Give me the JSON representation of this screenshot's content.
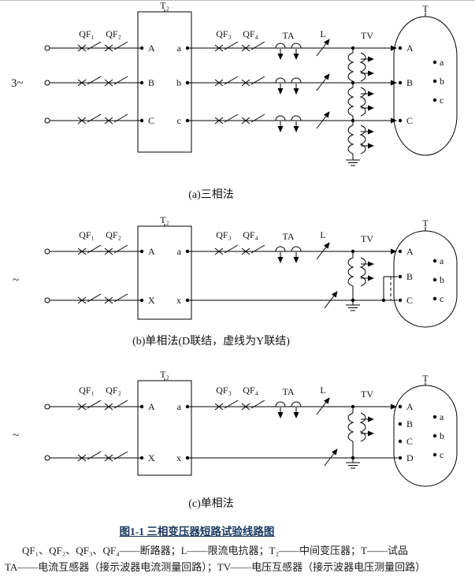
{
  "a": {
    "caption": "(a)三相法",
    "source": "3~",
    "t2_label": "T₂",
    "t_label": "T",
    "qf": [
      "QF₁",
      "QF₂",
      "QF₃",
      "QF₄"
    ],
    "ta_label": "TA",
    "l_label": "L",
    "tv_label": "TV",
    "t2_left": [
      "A",
      "B",
      "C"
    ],
    "t2_right": [
      "a",
      "b",
      "c"
    ],
    "t_left": [
      "A",
      "B",
      "C"
    ],
    "t_right": [
      "a",
      "b",
      "c"
    ]
  },
  "b": {
    "caption": "(b)单相法(D联结，虚线为Y联结)",
    "source": "~",
    "t2_label": "T₂",
    "t_label": "T",
    "qf": [
      "QF₁",
      "QF₂",
      "QF₃",
      "QF₄"
    ],
    "ta_label": "TA",
    "l_label": "L",
    "tv_label": "TV",
    "t2_left": [
      "A",
      "X"
    ],
    "t2_right": [
      "a",
      "x"
    ],
    "t_left": [
      "A",
      "B",
      "C"
    ],
    "t_right": [
      "a",
      "b",
      "c"
    ]
  },
  "c": {
    "caption": "(c)单相法",
    "source": "~",
    "t2_label": "T₂",
    "t_label": "T",
    "qf": [
      "QF₁",
      "QF₂",
      "QF₃",
      "QF₄"
    ],
    "ta_label": "TA",
    "l_label": "L",
    "tv_label": "TV",
    "t2_left": [
      "A",
      "X"
    ],
    "t2_right": [
      "a",
      "x"
    ],
    "t_left": [
      "A",
      "B",
      "C",
      "D"
    ],
    "t_right": [
      "a",
      "b",
      "c"
    ]
  },
  "figure_caption": "图1-1 三相变压器短路试验线路图",
  "legend": {
    "line1": "QF₁、QF₂、QF₃、QF₄——断路器；L——限流电抗器；T₂——中间变压器；T——试品",
    "line2": "TA——电流互感器（接示波器电流测量回路）；TV——电压互感器（接示波器电压测量回路）"
  },
  "symbols": {
    "breaker-icon": "x-with-blade",
    "ct-icon": "double-hump-coil-with-down-arrows",
    "reactor-icon": "diagonal-arrow",
    "vt-icon": "twin-vertical-coils-with-right-arrows",
    "ground-icon": "three-bar-earth",
    "source-terminal-icon": "open-circle"
  },
  "colors": {
    "line": "#000000",
    "caption_link": "#17375e",
    "background": "#ffffff"
  }
}
